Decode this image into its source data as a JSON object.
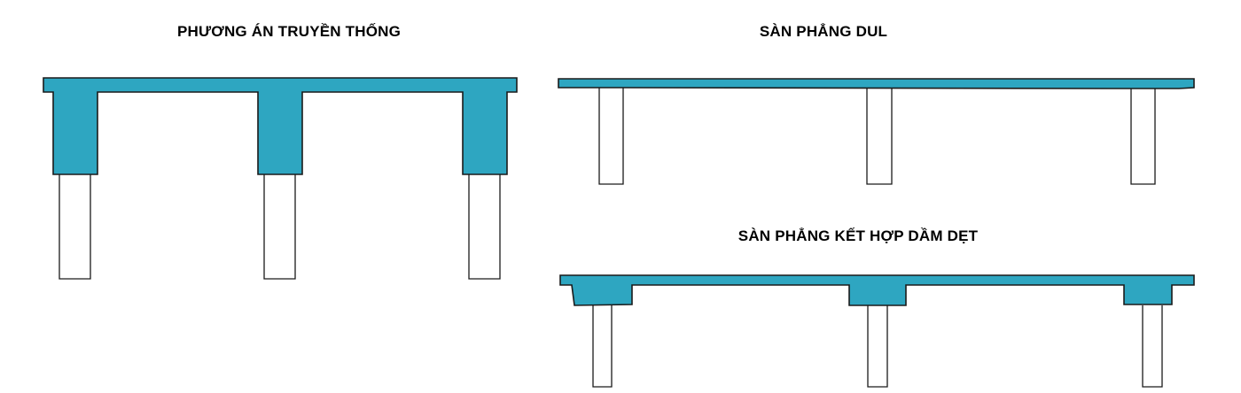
{
  "titles": {
    "traditional": "PHƯƠNG ÁN TRUYỀN THỐNG",
    "flat_slab_dul": "SÀN PHẲNG DUL",
    "flat_slab_flat_beam": "SÀN PHẲNG KẾT HỢP DẦM DẸT"
  },
  "colors": {
    "concrete": "#2ea6c1",
    "outline": "#1a1a1a",
    "column_fill": "#ffffff",
    "background": "#ffffff"
  }
}
